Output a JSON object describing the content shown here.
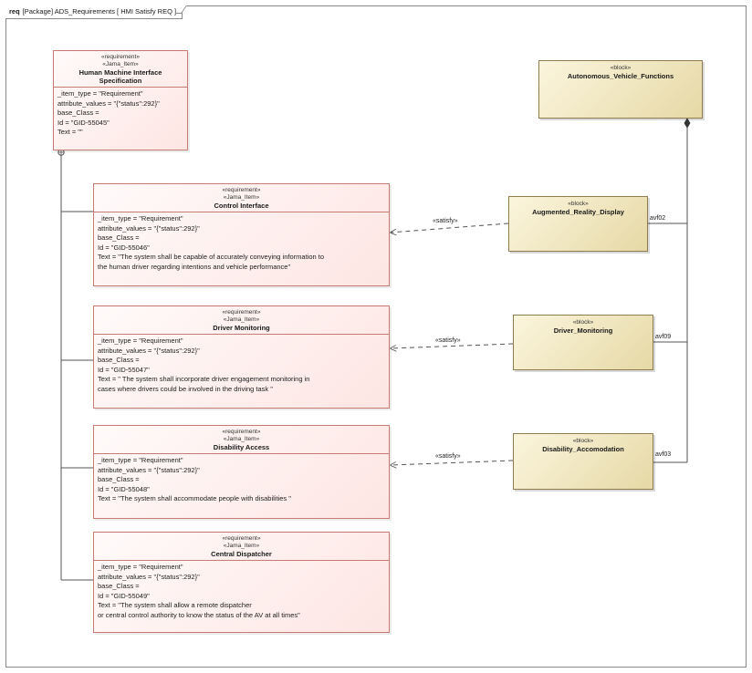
{
  "frame": {
    "kind": "req",
    "title": "[Package] ADS_Requirements [ HMI Satisfy REQ ]"
  },
  "requirements": [
    {
      "stereotypes": [
        "«requirement»",
        "«Jama_Item»"
      ],
      "name": "Human Machine Interface Specification",
      "attributes": [
        "_item_type = \"Requirement\"",
        "attribute_values = \"{\"status\":292}\"",
        "base_Class =",
        "Id = \"GID-55045\"",
        "Text = \"\""
      ]
    },
    {
      "stereotypes": [
        "«requirement»",
        "«Jama_Item»"
      ],
      "name": "Control Interface",
      "attributes": [
        "_item_type = \"Requirement\"",
        "attribute_values = \"{\"status\":292}\"",
        "base_Class =",
        "Id = \"GID-55046\"",
        "Text = \"The system shall be capable of accurately conveying information to",
        "the human driver regarding intentions and vehicle performance\""
      ]
    },
    {
      "stereotypes": [
        "«requirement»",
        "«Jama_Item»"
      ],
      "name": "Driver Monitoring",
      "attributes": [
        "_item_type = \"Requirement\"",
        "attribute_values = \"{\"status\":292}\"",
        "base_Class =",
        "Id = \"GID-55047\"",
        "Text = \" The system shall incorporate driver engagement monitoring in",
        "cases where drivers could be involved in the driving task \""
      ]
    },
    {
      "stereotypes": [
        "«requirement»",
        "«Jama_Item»"
      ],
      "name": "Disability Access",
      "attributes": [
        "_item_type = \"Requirement\"",
        "attribute_values = \"{\"status\":292}\"",
        "base_Class =",
        "Id = \"GID-55048\"",
        "Text = \"The system shall accommodate people with disabilities \""
      ]
    },
    {
      "stereotypes": [
        "«requirement»",
        "«Jama_Item»"
      ],
      "name": "Central Dispatcher",
      "attributes": [
        "_item_type = \"Requirement\"",
        "attribute_values = \"{\"status\":292}\"",
        "base_Class =",
        "Id = \"GID-55049\"",
        "Text = \"The system shall allow a remote dispatcher",
        "or central control authority to know the status of the AV at all times\""
      ]
    }
  ],
  "blocks": [
    {
      "stereotype": "«block»",
      "name": "Autonomous_Vehicle_Functions"
    },
    {
      "stereotype": "«block»",
      "name": "Augmented_Reality_Display"
    },
    {
      "stereotype": "«block»",
      "name": "Driver_Monitoring"
    },
    {
      "stereotype": "«block»",
      "name": "Disability_Accomodation"
    }
  ],
  "relations": {
    "satisfy_label": "«satisfy»",
    "part_labels": [
      "avf02",
      "avf09",
      "avf03"
    ]
  },
  "colors": {
    "requirement_border": "#c77b72",
    "requirement_fill": "#fde6e3",
    "block_border": "#8d7d4f",
    "block_fill": "#e6d9a6",
    "line": "#555555"
  }
}
